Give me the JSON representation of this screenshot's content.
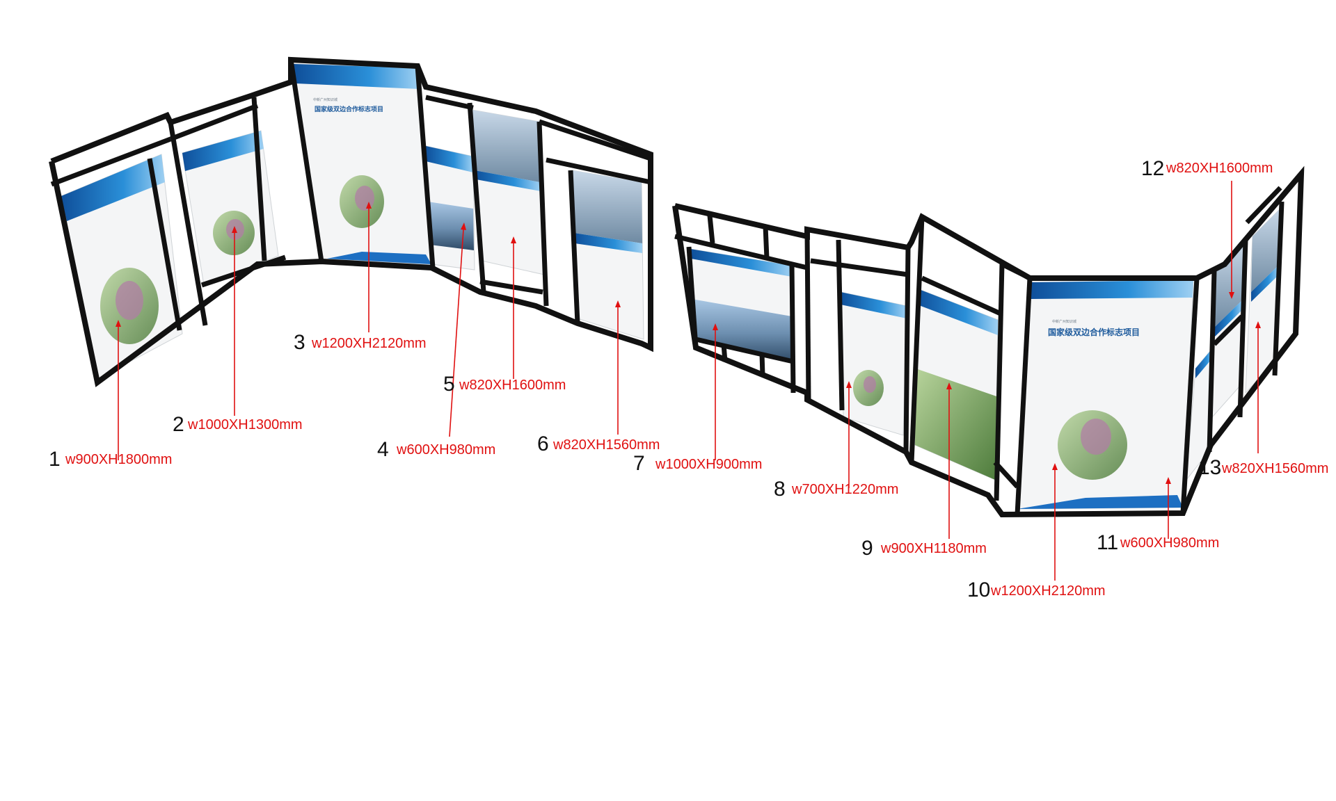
{
  "diagram": {
    "posters": {
      "title_cn": "国家级双边合作标志项目",
      "subtitle_cn": "中新广州知识城"
    },
    "labels": [
      {
        "num": "1",
        "size": "w900XH1800mm"
      },
      {
        "num": "2",
        "size": "w1000XH1300mm"
      },
      {
        "num": "3",
        "size": "w1200XH2120mm"
      },
      {
        "num": "4",
        "size": "w600XH980mm"
      },
      {
        "num": "5",
        "size": "w820XH1600mm"
      },
      {
        "num": "6",
        "size": "w820XH1560mm"
      },
      {
        "num": "7",
        "size": "w1000XH900mm"
      },
      {
        "num": "8",
        "size": "w700XH1220mm"
      },
      {
        "num": "9",
        "size": "w900XH1180mm"
      },
      {
        "num": "10",
        "size": "w1200XH2120mm"
      },
      {
        "num": "11",
        "size": "w600XH980mm"
      },
      {
        "num": "12",
        "size": "w820XH1600mm"
      },
      {
        "num": "13",
        "size": "w820XH1560mm"
      }
    ],
    "colors": {
      "frame": "#111111",
      "label_red": "#e01010",
      "poster_blue": "#1d6fc2"
    }
  }
}
